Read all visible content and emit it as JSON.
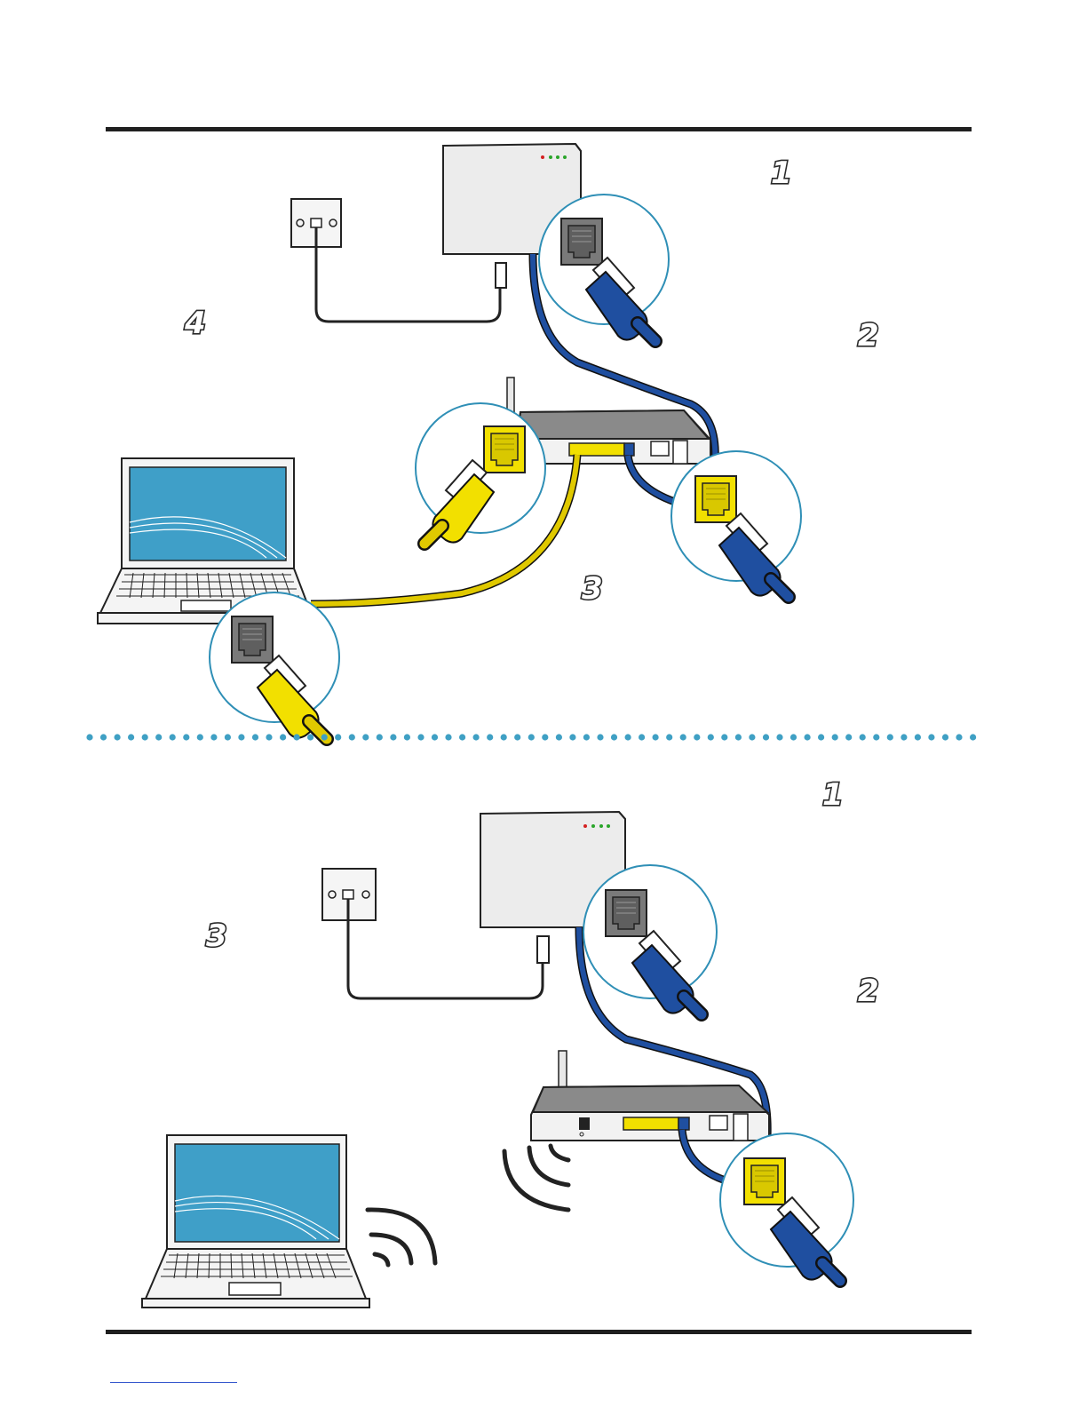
{
  "diagram": {
    "top": {
      "step_labels": [
        "1",
        "2",
        "3",
        "4"
      ]
    },
    "bottom": {
      "step_labels": [
        "1",
        "2",
        "3"
      ]
    }
  },
  "colors": {
    "rule": "#1f1f1f",
    "dotted_divider": "#3fa0c4",
    "ethernet_blue": "#1f4fa0",
    "ethernet_yellow": "#e0c900",
    "zoom_circle": "#2f8fb6",
    "screen": "#3f9fc8"
  }
}
